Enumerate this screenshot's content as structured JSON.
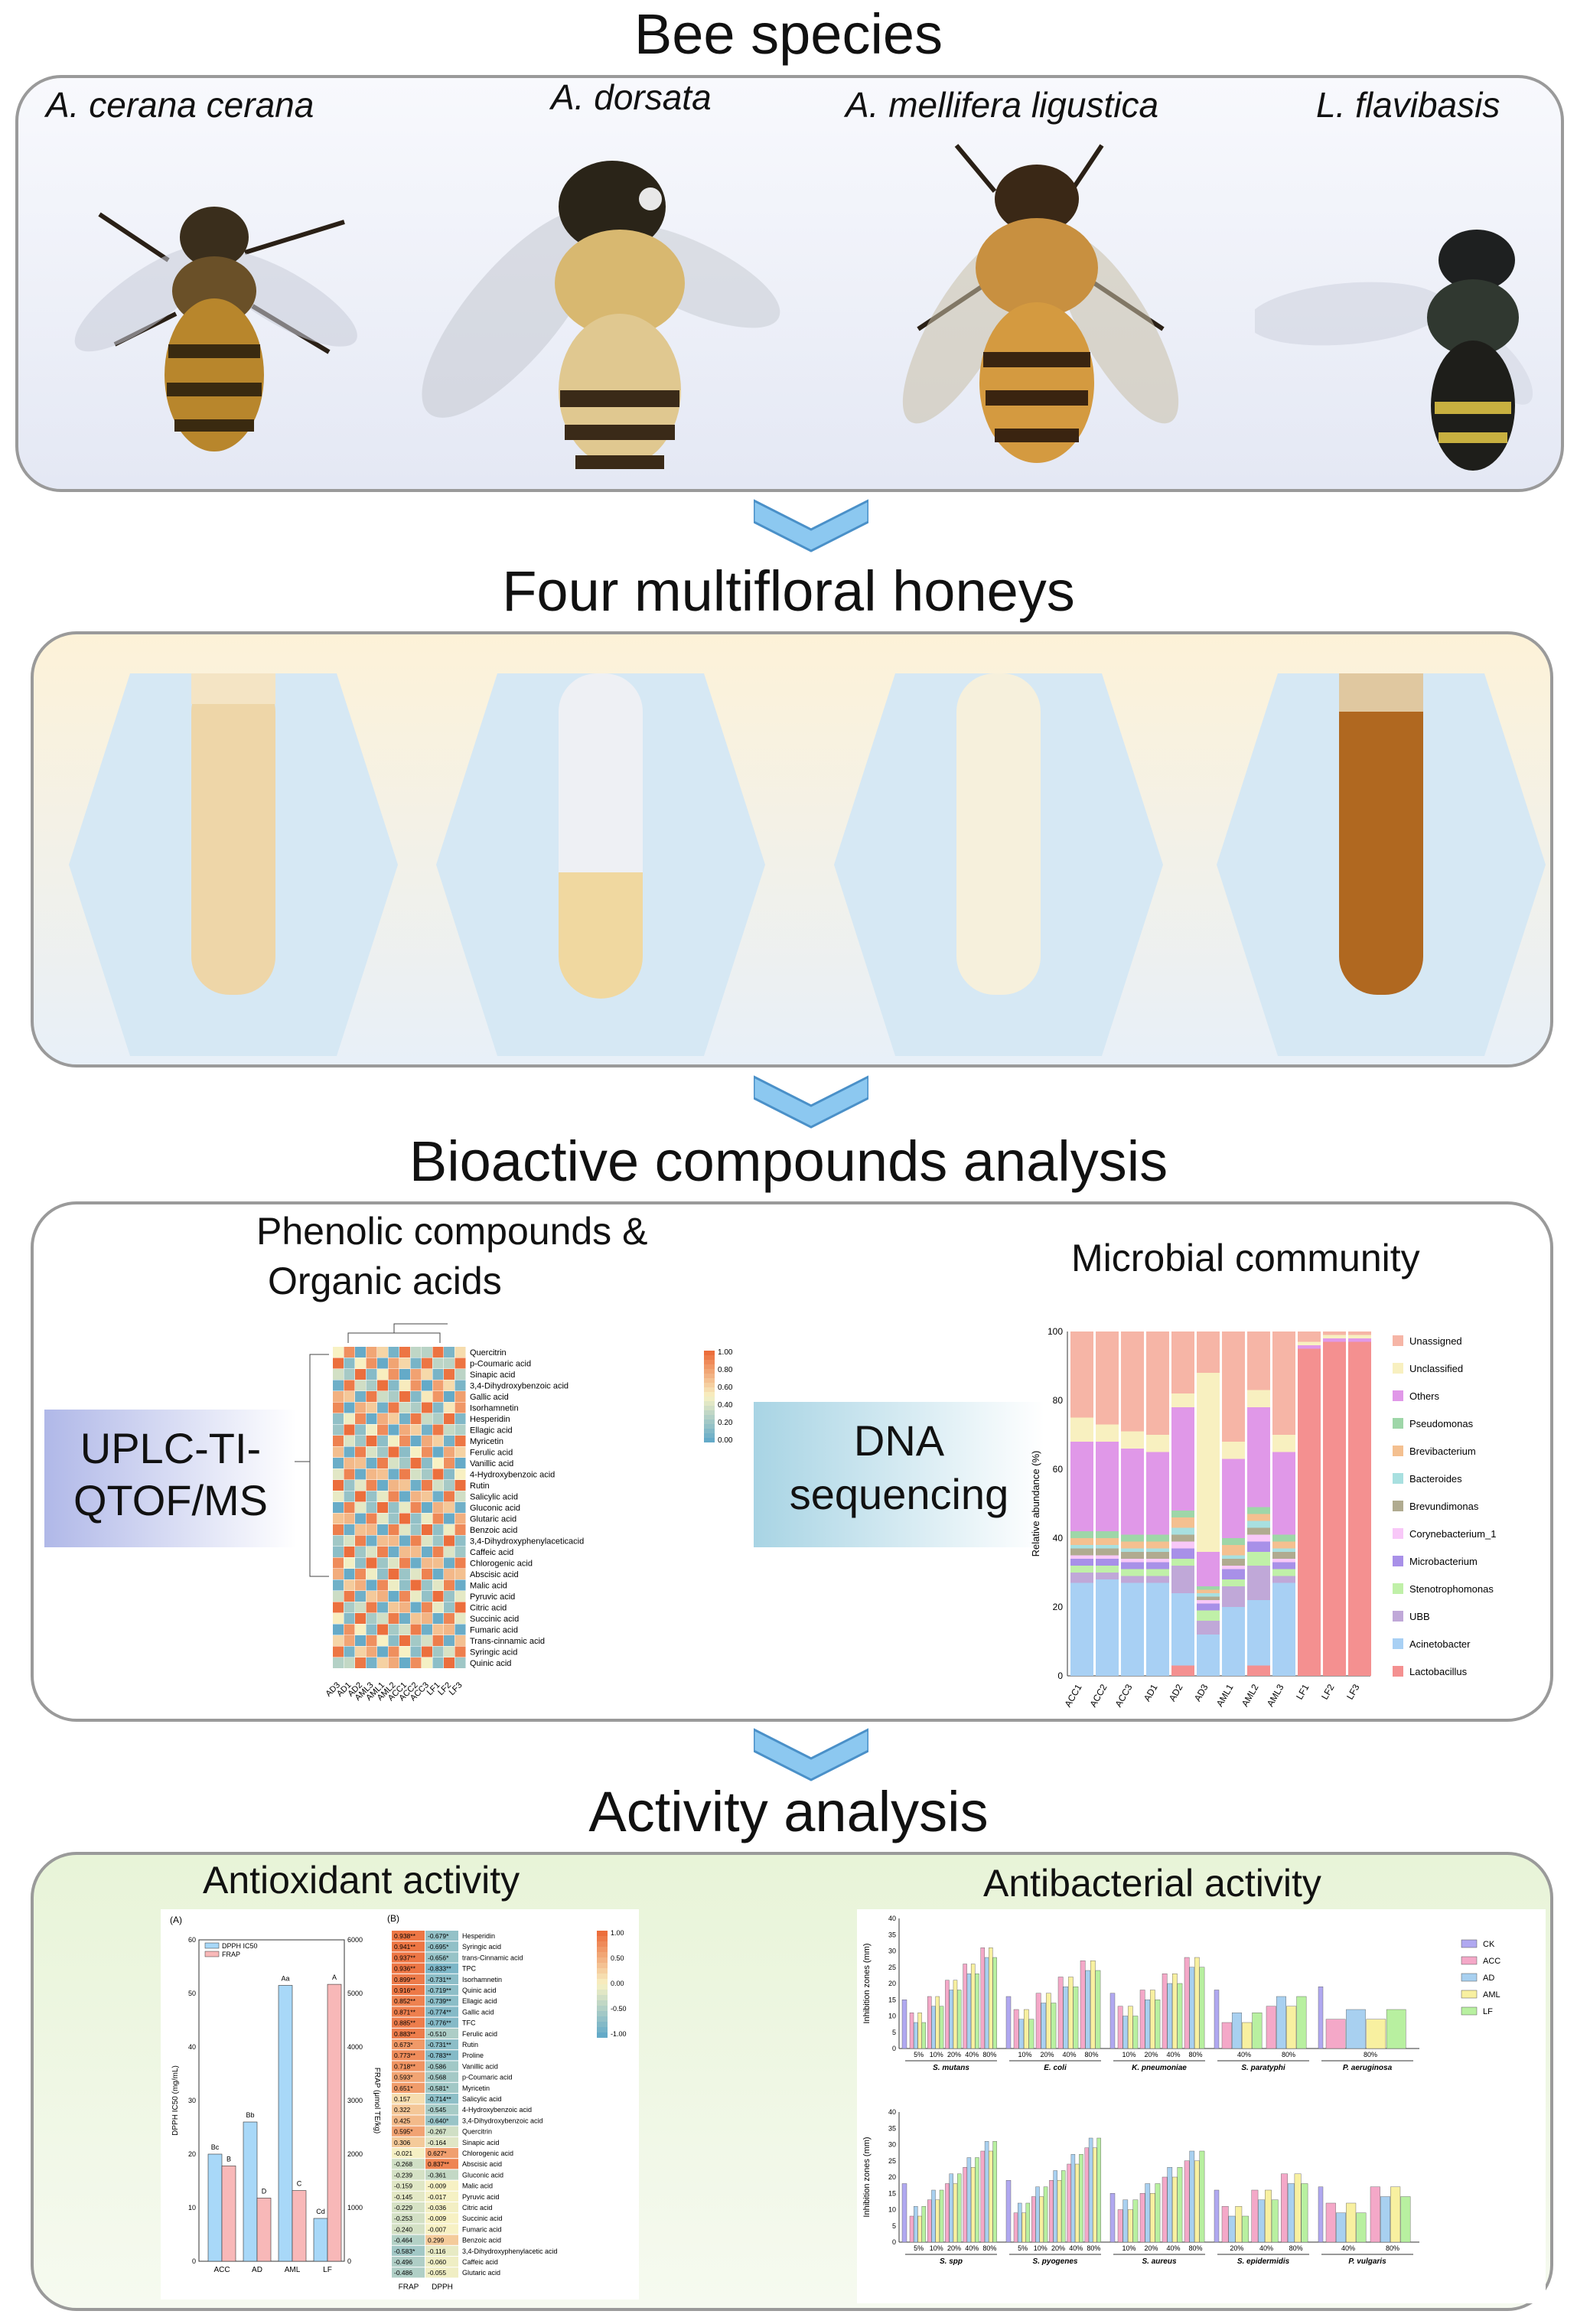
{
  "titles": {
    "bee_species": "Bee species",
    "honeys": "Four multifloral honeys",
    "bioactive": "Bioactive compounds analysis",
    "activity": "Activity analysis"
  },
  "species": [
    "A. cerana cerana",
    "A. dorsata",
    "A. mellifera ligustica",
    "L. flavibasis"
  ],
  "bioactive": {
    "phenolic_title_line1": "Phenolic compounds &",
    "phenolic_title_line2": "Organic acids",
    "method_left_line1": "UPLC-TI-",
    "method_left_line2": "QTOF/MS",
    "microbial_title": "Microbial community",
    "method_right_line1": "DNA",
    "method_right_line2": "sequencing",
    "heatmap_rows": [
      "Quercitrin",
      "p-Coumaric acid",
      "Sinapic acid",
      "3,4-Dihydroxybenzoic acid",
      "Gallic acid",
      "Isorhamnetin",
      "Hesperidin",
      "Ellagic acid",
      "Myricetin",
      "Ferulic acid",
      "Vanillic acid",
      "4-Hydroxybenzoic acid",
      "Rutin",
      "Salicylic acid",
      "Gluconic acid",
      "Glutaric acid",
      "Benzoic acid",
      "3,4-Dihydroxyphenylaceticacid",
      "Caffeic acid",
      "Chlorogenic acid",
      "Abscisic acid",
      "Malic acid",
      "Pyruvic acid",
      "Citric acid",
      "Succinic acid",
      "Fumaric acid",
      "Trans-cinnamic acid",
      "Syringic acid",
      "Quinic acid"
    ],
    "heatmap_cols": [
      "AD3",
      "AD1",
      "AD2",
      "AML3",
      "AML1",
      "AML2",
      "ACC1",
      "ACC2",
      "ACC3",
      "LF1",
      "LF2",
      "LF3"
    ],
    "heatmap_scale": [
      "1.00",
      "0.80",
      "0.60",
      "0.40",
      "0.20",
      "0.00"
    ],
    "bar_ylabel": "Relative abundance (%)",
    "bar_yticks": [
      "0",
      "20",
      "40",
      "60",
      "80",
      "100"
    ],
    "bar_cols": [
      "ACC1",
      "ACC2",
      "ACC3",
      "AD1",
      "AD2",
      "AD3",
      "AML1",
      "AML2",
      "AML3",
      "LF1",
      "LF2",
      "LF3"
    ],
    "legend": [
      {
        "name": "Unassigned",
        "color": "#f6b5a6"
      },
      {
        "name": "Unclassified",
        "color": "#f8f0c0"
      },
      {
        "name": "Others",
        "color": "#e098e8"
      },
      {
        "name": "Pseudomonas",
        "color": "#9ed6a8"
      },
      {
        "name": "Brevibacterium",
        "color": "#f4c090"
      },
      {
        "name": "Bacteroides",
        "color": "#a8e0e0"
      },
      {
        "name": "Brevundimonas",
        "color": "#b0ab90"
      },
      {
        "name": "Corynebacterium_1",
        "color": "#f8c8f8"
      },
      {
        "name": "Microbacterium",
        "color": "#a890e8"
      },
      {
        "name": "Stenotrophomonas",
        "color": "#c0f0a8"
      },
      {
        "name": "UBB",
        "color": "#c0a8d8"
      },
      {
        "name": "Acinetobacter",
        "color": "#a8d0f4"
      },
      {
        "name": "Lactobacillus",
        "color": "#f49090"
      }
    ]
  },
  "activity": {
    "antioxidant_title": "Antioxidant activity",
    "antibacterial_title": "Antibacterial activity",
    "panelA": "(A)",
    "panelB": "(B)",
    "a_legend": [
      "DPPH IC50",
      "FRAP"
    ],
    "a_ylabel_left": "DPPH IC50 (mg/mL)",
    "a_ylabel_right": "FRAP (μmol TE/kg)",
    "a_yticks_left": [
      "0",
      "10",
      "20",
      "30",
      "40",
      "50",
      "60"
    ],
    "a_yticks_right": [
      "0",
      "1000",
      "2000",
      "3000",
      "4000",
      "5000",
      "6000"
    ],
    "a_cats": [
      "ACC",
      "AD",
      "AML",
      "LF"
    ],
    "a_dpph": [
      20,
      26,
      51.5,
      8
    ],
    "a_frap": [
      1780,
      1180,
      1320,
      5170
    ],
    "a_labels_dpph": [
      "Bc",
      "Bb",
      "Aa",
      "Cd"
    ],
    "a_labels_frap": [
      "B",
      "D",
      "C",
      "A"
    ],
    "b_cols": [
      "FRAP",
      "DPPH"
    ],
    "b_scale": [
      "1.00",
      "0.50",
      "0.00",
      "-0.50",
      "-1.00"
    ],
    "b_rows": [
      [
        "0.938**",
        "-0.679*",
        "Hesperidin"
      ],
      [
        "0.941**",
        "-0.695*",
        "Syringic acid"
      ],
      [
        "0.937**",
        "-0.656*",
        "trans-Cinnamic acid"
      ],
      [
        "0.936**",
        "-0.833**",
        "TPC"
      ],
      [
        "0.899**",
        "-0.731**",
        "Isorhamnetin"
      ],
      [
        "0.916**",
        "-0.719**",
        "Quinic acid"
      ],
      [
        "0.852**",
        "-0.739**",
        "Ellagic acid"
      ],
      [
        "0.871**",
        "-0.774**",
        "Gallic acid"
      ],
      [
        "0.885**",
        "-0.776**",
        "TFC"
      ],
      [
        "0.883**",
        "-0.510",
        "Ferulic acid"
      ],
      [
        "0.673*",
        "-0.731**",
        "Rutin"
      ],
      [
        "0.773**",
        "-0.783**",
        "Proline"
      ],
      [
        "0.718**",
        "-0.586",
        "Vanillic acid"
      ],
      [
        "0.593*",
        "-0.568",
        "p-Coumaric acid"
      ],
      [
        "0.651*",
        "-0.581*",
        "Myricetin"
      ],
      [
        "0.157",
        "-0.714**",
        "Salicylic acid"
      ],
      [
        "0.322",
        "-0.545",
        "4-Hydroxybenzoic acid"
      ],
      [
        "0.425",
        "-0.640*",
        "3,4-Dihydroxybenzoic acid"
      ],
      [
        "0.595*",
        "-0.267",
        "Quercitrin"
      ],
      [
        "0.306",
        "-0.164",
        "Sinapic acid"
      ],
      [
        "-0.021",
        "0.627*",
        "Chlorogenic acid"
      ],
      [
        "-0.268",
        "0.837**",
        "Abscisic acid"
      ],
      [
        "-0.239",
        "-0.361",
        "Gluconic acid"
      ],
      [
        "-0.159",
        "-0.009",
        "Malic acid"
      ],
      [
        "-0.145",
        "-0.017",
        "Pyruvic acid"
      ],
      [
        "-0.229",
        "-0.036",
        "Citric acid"
      ],
      [
        "-0.253",
        "-0.009",
        "Succinic acid"
      ],
      [
        "-0.240",
        "-0.007",
        "Fumaric acid"
      ],
      [
        "-0.464",
        "0.299",
        "Benzoic acid"
      ],
      [
        "-0.583*",
        "-0.116",
        "3,4-Dihydroxyphenylacetic acid"
      ],
      [
        "-0.496",
        "-0.060",
        "Caffeic acid"
      ],
      [
        "-0.486",
        "-0.055",
        "Glutaric acid"
      ]
    ],
    "ab_ylabel": "Inhibition zones (mm)",
    "ab_yticks": [
      "0",
      "5",
      "10",
      "15",
      "20",
      "25",
      "30",
      "35",
      "40"
    ],
    "ab_legend": [
      {
        "name": "CK",
        "color": "#b0a8f0"
      },
      {
        "name": "ACC",
        "color": "#f4a8c8"
      },
      {
        "name": "AD",
        "color": "#a8d0f0"
      },
      {
        "name": "AML",
        "color": "#f8f0a0"
      },
      {
        "name": "LF",
        "color": "#b8f0a0"
      }
    ],
    "ab_top_groups": [
      {
        "name": "S. mutans",
        "ticks": [
          "5%",
          "10%",
          "20%",
          "40%",
          "80%"
        ]
      },
      {
        "name": "E. coli",
        "ticks": [
          "10%",
          "20%",
          "40%",
          "80%"
        ]
      },
      {
        "name": "K. pneumoniae",
        "ticks": [
          "10%",
          "20%",
          "40%",
          "80%"
        ]
      },
      {
        "name": "S. paratyphi",
        "ticks": [
          "40%",
          "80%"
        ]
      },
      {
        "name": "P. aeruginosa",
        "ticks": [
          "80%"
        ]
      }
    ],
    "ab_bottom_groups": [
      {
        "name": "S. spp",
        "ticks": [
          "5%",
          "10%",
          "20%",
          "40%",
          "80%"
        ]
      },
      {
        "name": "S. pyogenes",
        "ticks": [
          "5%",
          "10%",
          "20%",
          "40%",
          "80%"
        ]
      },
      {
        "name": "S. aureus",
        "ticks": [
          "10%",
          "20%",
          "40%",
          "80%"
        ]
      },
      {
        "name": "S. epidermidis",
        "ticks": [
          "20%",
          "40%",
          "80%"
        ]
      },
      {
        "name": "P. vulgaris",
        "ticks": [
          "40%",
          "80%"
        ]
      }
    ]
  }
}
